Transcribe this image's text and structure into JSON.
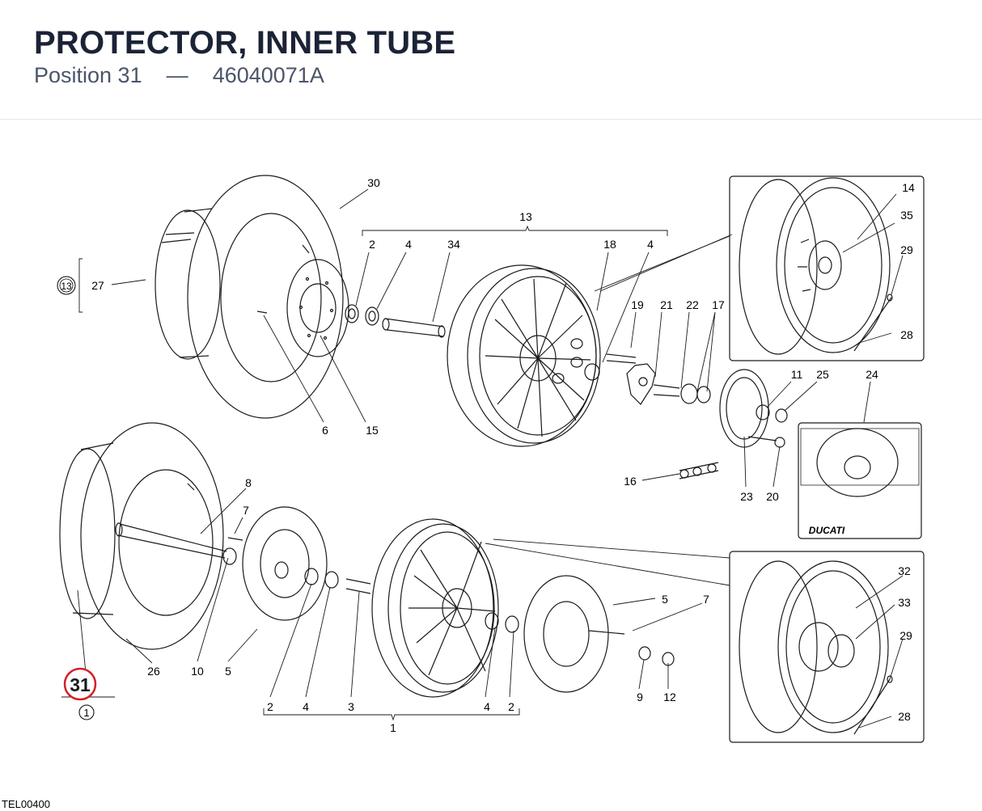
{
  "header": {
    "title": "PROTECTOR, INNER TUBE",
    "position_label": "Position 31",
    "separator": "—",
    "part_number": "46040071A"
  },
  "colors": {
    "highlight": "#d61f26",
    "title": "#1b2336",
    "subtitle": "#4a5569",
    "line": "#1a1a1a"
  },
  "diagram": {
    "code": "TEL00400",
    "brand": "DUCATI",
    "ref_labels": [
      "30",
      "13",
      "2",
      "4",
      "34",
      "18",
      "4",
      "14",
      "35",
      "29",
      "28",
      "19",
      "21",
      "22",
      "17",
      "11",
      "25",
      "24",
      "27",
      "6",
      "15",
      "16",
      "23",
      "20",
      "8",
      "7",
      "32",
      "33",
      "5",
      "7",
      "29",
      "28",
      "26",
      "10",
      "5",
      "2",
      "4",
      "3",
      "4",
      "2",
      "9",
      "12",
      "1"
    ],
    "circle_labels": [
      "13",
      "1"
    ],
    "highlight_label": "31"
  }
}
